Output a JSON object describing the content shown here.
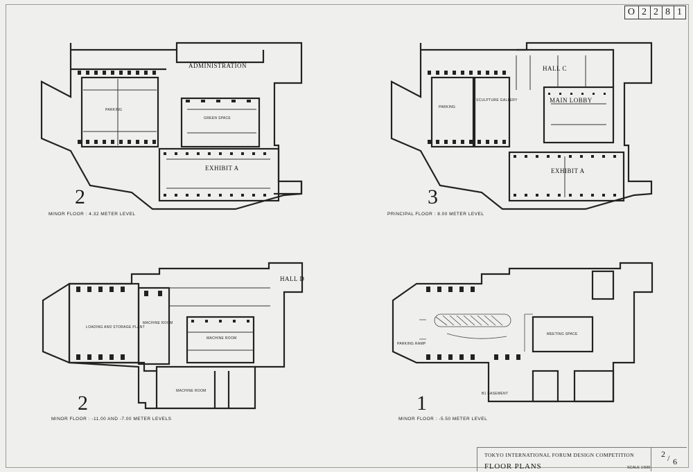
{
  "drawing_number": [
    "O",
    "2",
    "2",
    "8",
    "1"
  ],
  "plans": [
    {
      "id": "plan-2-upper",
      "number": "2",
      "caption": "MINOR FLOOR : 4.32 meter level",
      "rooms": {
        "administration": "ADMINISTRATION",
        "exhibit": "EXHIBIT A",
        "parking": "PARKING",
        "skylight": "GREEN SPACE"
      }
    },
    {
      "id": "plan-3",
      "number": "3",
      "caption": "PRINCIPAL FLOOR : 8.00 meter level",
      "rooms": {
        "hall_c": "HALL C",
        "main_lobby": "MAIN LOBBY",
        "exhibit": "EXHIBIT A",
        "sculpture": "SCULPTURE GALLERY",
        "parking": "PARKING"
      }
    },
    {
      "id": "plan-2-lower",
      "number": "2",
      "caption": "MINOR FLOOR : -11.00 and -7.00 meter levels",
      "rooms": {
        "hall_d": "HALL D",
        "loading": "LOADING AND STORAGE PLANT",
        "machine_1": "MACHINE ROOM",
        "machine_2": "MACHINE ROOM",
        "machine_3": "MACHINE ROOM"
      }
    },
    {
      "id": "plan-1",
      "number": "1",
      "caption": "MINOR FLOOR : -5.50 meter level",
      "rooms": {
        "basement": "B1 BASEMENT",
        "meeting": "MEETING SPACE",
        "ramp": "PARKING RAMP"
      }
    }
  ],
  "titleblock": {
    "competition": "TOKYO INTERNATIONAL FORUM DESIGN COMPETITION",
    "title": "FLOOR PLANS",
    "scale": "SCALE 1:500",
    "sheet_num": "2",
    "sheet_total": "6"
  }
}
